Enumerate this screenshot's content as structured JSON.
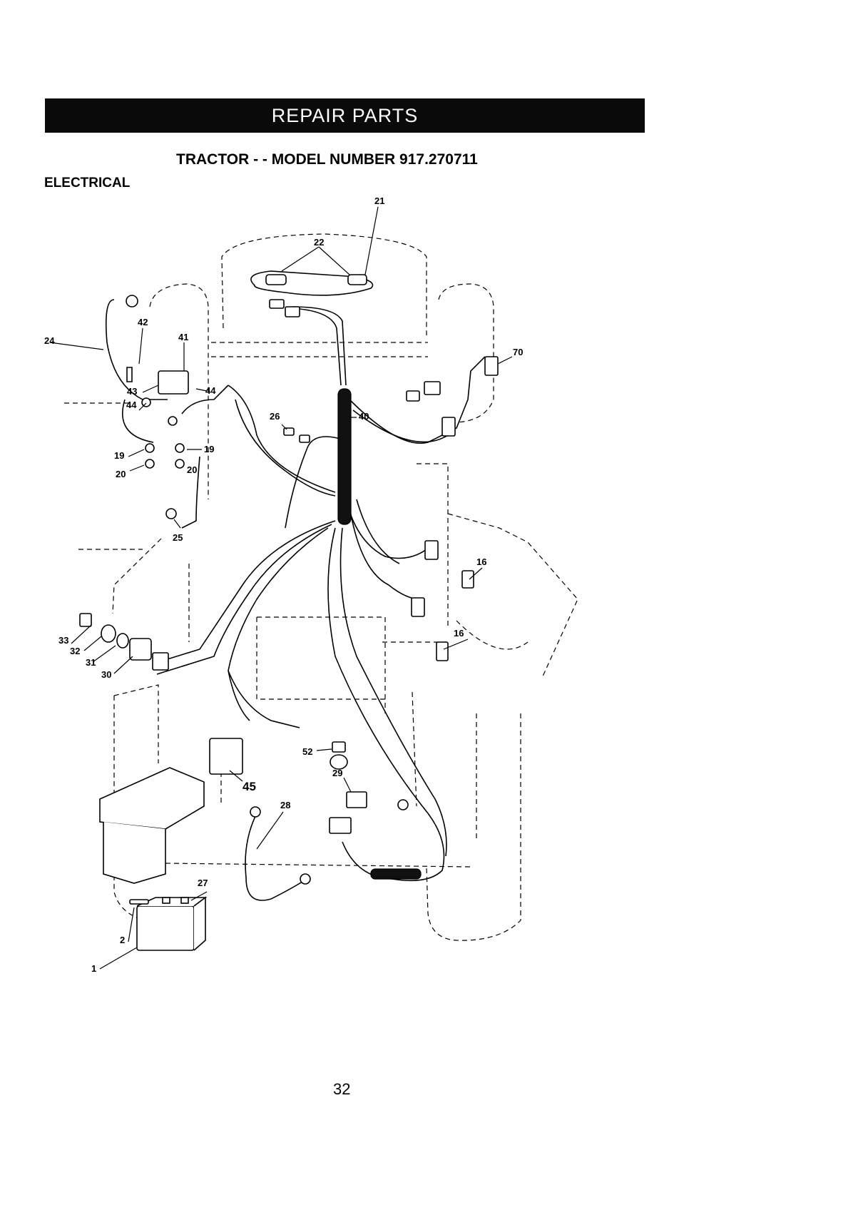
{
  "header": {
    "title": "REPAIR PARTS"
  },
  "model_title": "TRACTOR - - MODEL NUMBER 917.270711",
  "section_label": "ELECTRICAL",
  "page_number": "32",
  "callouts": {
    "c22": "22",
    "c21": "21",
    "c70": "70",
    "c24": "24",
    "c42": "42",
    "c41": "41",
    "c43": "43",
    "c44a": "44",
    "c44b": "44",
    "c26": "26",
    "c40": "40",
    "c19a": "19",
    "c19b": "19",
    "c20a": "20",
    "c20b": "20",
    "c25": "25",
    "c16a": "16",
    "c16b": "16",
    "c33": "33",
    "c32": "32",
    "c31": "31",
    "c30": "30",
    "c52": "52",
    "c29": "29",
    "c45": "45",
    "c28": "28",
    "c27": "27",
    "c2": "2",
    "c1": "1"
  }
}
